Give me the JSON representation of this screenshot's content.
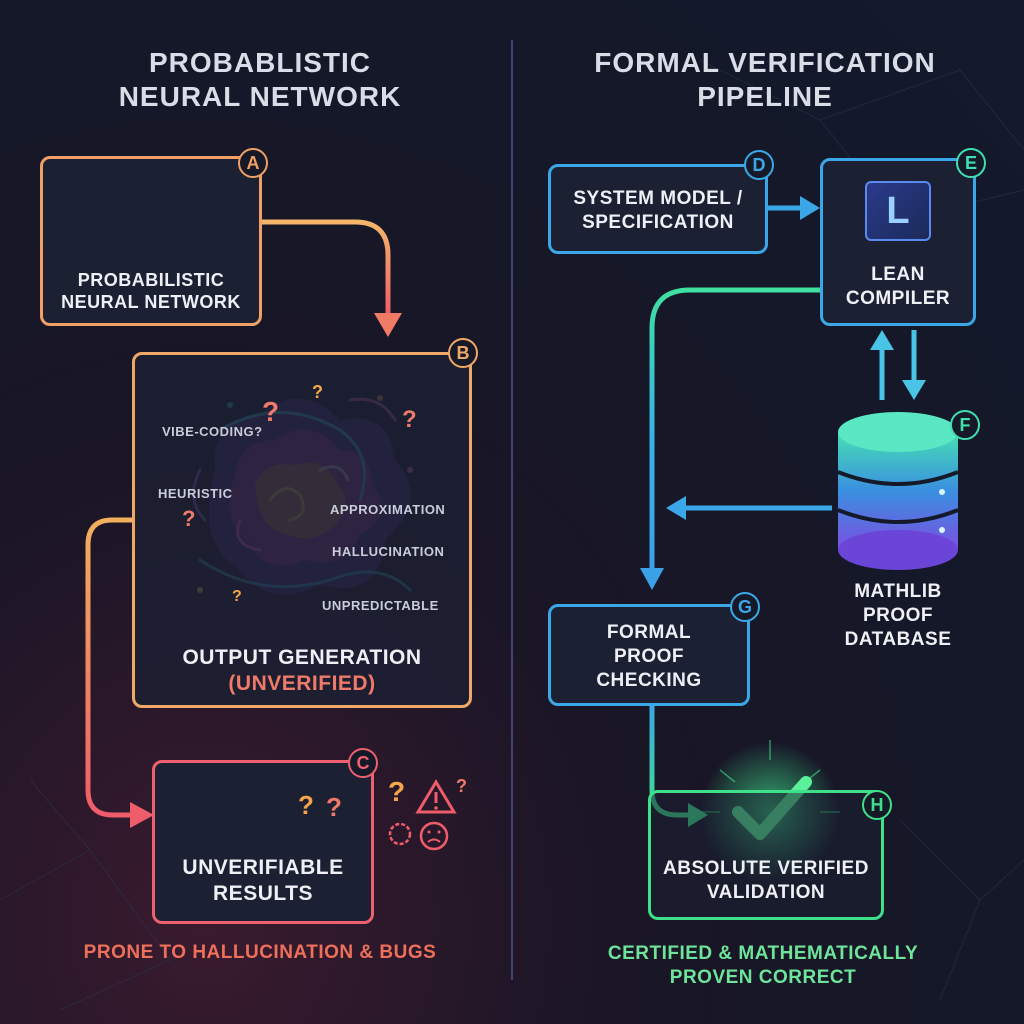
{
  "left": {
    "title_line1": "PROBABLISTIC",
    "title_line2": "NEURAL NETWORK",
    "node_a": {
      "badge": "A",
      "line1": "PROBABILISTIC",
      "line2": "NEURAL NETWORK"
    },
    "node_b": {
      "badge": "B",
      "line1": "OUTPUT GENERATION",
      "line2": "(UNVERIFIED)",
      "tags": [
        "VIBE-CODING?",
        "HEURISTIC",
        "APPROXIMATION",
        "HALLUCINATION",
        "UNPREDICTABLE"
      ]
    },
    "node_c": {
      "badge": "C",
      "line1": "UNVERIFIABLE",
      "line2": "RESULTS"
    },
    "footer": "PRONE TO HALLUCINATION & BUGS"
  },
  "right": {
    "title_line1": "FORMAL VERIFICATION",
    "title_line2": "PIPELINE",
    "node_d": {
      "badge": "D",
      "line1": "SYSTEM MODEL /",
      "line2": "SPECIFICATION"
    },
    "node_e": {
      "badge": "E",
      "logo": "L",
      "line1": "LEAN",
      "line2": "COMPILER"
    },
    "node_f": {
      "badge": "F",
      "line1": "MATHLIB",
      "line2": "PROOF",
      "line3": "DATABASE"
    },
    "node_g": {
      "badge": "G",
      "line1": "FORMAL",
      "line2": "PROOF",
      "line3": "CHECKING"
    },
    "node_h": {
      "badge": "H",
      "line1": "ABSOLUTE VERIFIED",
      "line2": "VALIDATION"
    },
    "footer_line1": "CERTIFIED & MATHEMATICALLY",
    "footer_line2": "PROVEN CORRECT"
  },
  "colors": {
    "left_accent": "#f2a65a",
    "left_red": "#ef5c6a",
    "right_blue": "#3aa8e8",
    "right_green": "#3fe08a",
    "footer_green": "#6ee39a",
    "footer_red": "#ee6f5a"
  },
  "icons": {
    "node_a": "neural-network-icon",
    "node_c": "error-x-icon",
    "node_e": "lean-logo-icon",
    "node_f": "database-icon",
    "node_h": "checkmark-icon"
  }
}
